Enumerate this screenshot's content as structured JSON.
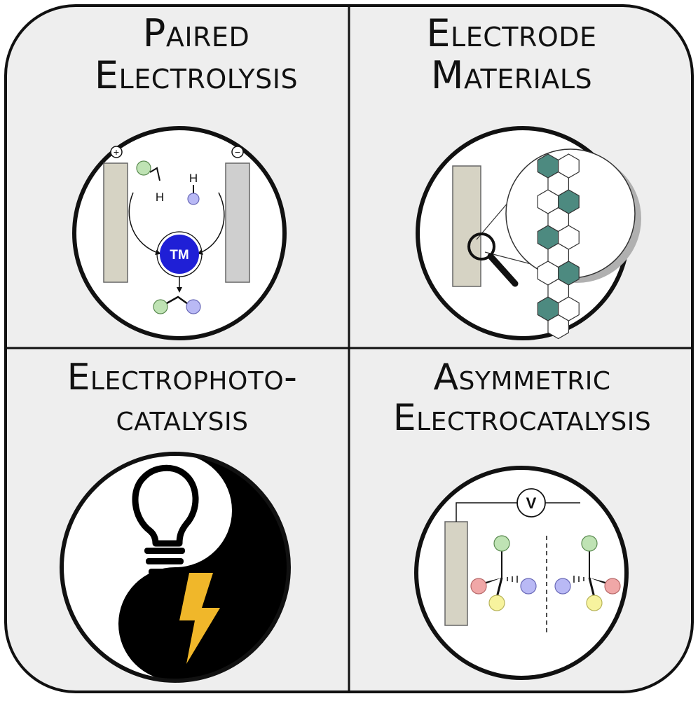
{
  "panels": {
    "paired": {
      "title_line1": "Paired",
      "title_line2": "Electrolysis",
      "anode_symbol": "+",
      "cathode_symbol": "−",
      "h_label_left": "H",
      "h_label_right": "H",
      "catalyst_label": "TM"
    },
    "electrode": {
      "title_line1": "Electrode",
      "title_line2": "Materials"
    },
    "photo": {
      "title_line1": "Electrophoto-",
      "title_line2": "catalysis"
    },
    "asym": {
      "title_line1": "Asymmetric",
      "title_line2": "Electrocatalysis",
      "voltmeter_label": "V"
    }
  },
  "colors": {
    "panel_bg": "#eeeeee",
    "electrode_beige": "#d6d3c4",
    "electrode_gray": "#cfcfcf",
    "green_atom": "#bfe3b4",
    "blue_atom": "#b9b9f5",
    "red_atom": "#f0a7a7",
    "yellow_atom": "#f7f39e",
    "tm_blue": "#1f1fd6",
    "graphene_teal": "#4d8a80",
    "bolt_gold": "#f0b72a"
  }
}
